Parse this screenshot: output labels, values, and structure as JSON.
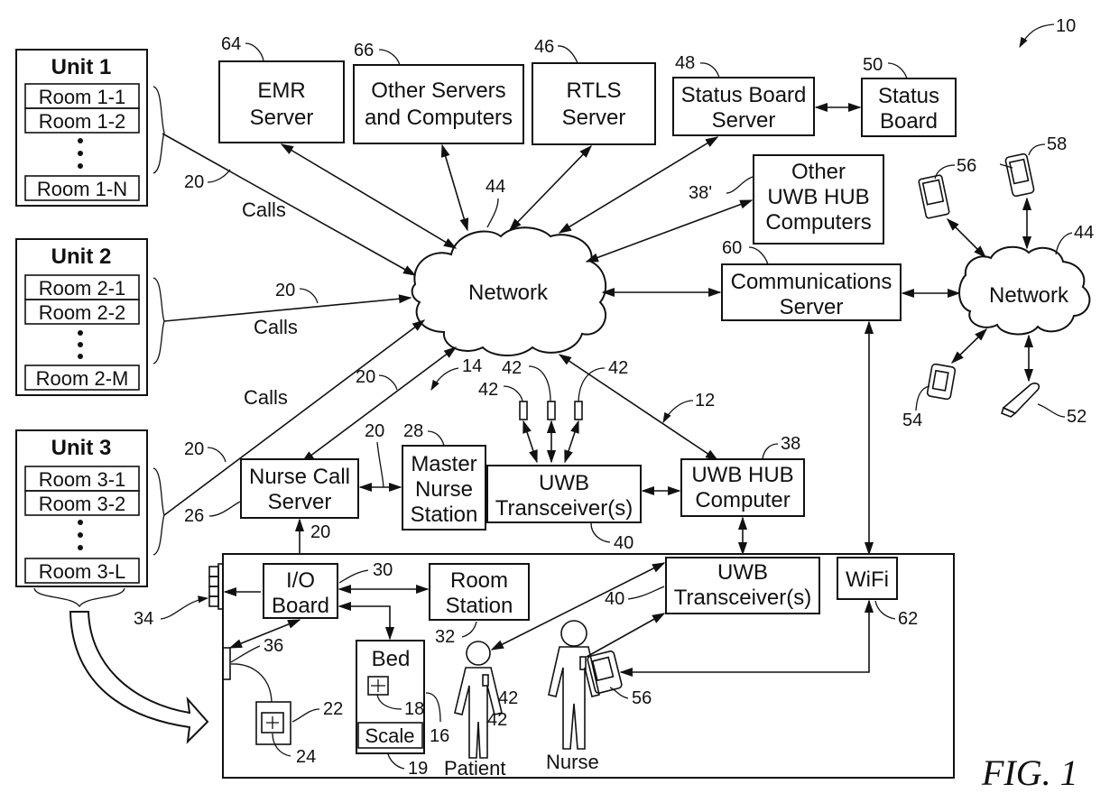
{
  "figure": {
    "title": "FIG. 1",
    "system_ref": "10",
    "subsystem_ref": "12",
    "network_ref_arrow": "14"
  },
  "units": [
    {
      "title": "Unit 1",
      "rooms": [
        "Room 1-1",
        "Room 1-2",
        "Room 1-N"
      ]
    },
    {
      "title": "Unit 2",
      "rooms": [
        "Room 2-1",
        "Room 2-2",
        "Room 2-M"
      ]
    },
    {
      "title": "Unit 3",
      "rooms": [
        "Room 3-1",
        "Room 3-2",
        "Room 3-L"
      ]
    }
  ],
  "calls_label": "Calls",
  "servers": {
    "emr": {
      "lines": [
        "EMR",
        "Server"
      ],
      "ref": "64"
    },
    "other": {
      "lines": [
        "Other Servers",
        "and Computers"
      ],
      "ref": "66"
    },
    "rtls": {
      "lines": [
        "RTLS",
        "Server"
      ],
      "ref": "46"
    },
    "status_server": {
      "lines": [
        "Status Board",
        "Server"
      ],
      "ref": "48"
    },
    "status_board": {
      "lines": [
        "Status",
        "Board"
      ],
      "ref": "50"
    },
    "other_uwb": {
      "lines": [
        "Other",
        "UWB HUB",
        "Computers"
      ],
      "ref": "38'"
    },
    "comms": {
      "lines": [
        "Communications",
        "Server"
      ],
      "ref": "60"
    }
  },
  "networks": {
    "main": {
      "label": "Network",
      "ref": "44"
    },
    "remote": {
      "label": "Network",
      "ref": "44"
    }
  },
  "devices": {
    "pda": "56",
    "phone_58": "58",
    "pager": "54",
    "cell": "52"
  },
  "nurse_call": {
    "server": {
      "lines": [
        "Nurse Call",
        "Server"
      ],
      "ref": "26"
    },
    "master": {
      "lines": [
        "Master",
        "Nurse",
        "Station"
      ],
      "ref": "28"
    },
    "uwb_top": {
      "lines": [
        "UWB",
        "Transceiver(s)"
      ],
      "ref": "40"
    },
    "uwb_hub": {
      "lines": [
        "UWB HUB",
        "Computer"
      ],
      "ref": "38"
    },
    "link_ref": "20",
    "tag_ref": "42"
  },
  "room": {
    "io_board": {
      "lines": [
        "I/O",
        "Board"
      ],
      "ref": "30"
    },
    "room_station": {
      "lines": [
        "Room",
        "Station"
      ],
      "ref": "32"
    },
    "uwb_room": {
      "lines": [
        "UWB",
        "Transceiver(s)"
      ],
      "ref": "40"
    },
    "wifi": {
      "label": "WiFi",
      "ref": "62"
    },
    "bed": {
      "label": "Bed",
      "ref": "16",
      "control_ref": "18"
    },
    "scale": {
      "label": "Scale",
      "ref": "19"
    },
    "wall_unit_ref": "22",
    "wall_unit_control_ref": "24",
    "dome_light_ref": "34",
    "jack_ref": "36",
    "patient": "Patient",
    "nurse": "Nurse",
    "nurse_pda_ref": "56"
  }
}
